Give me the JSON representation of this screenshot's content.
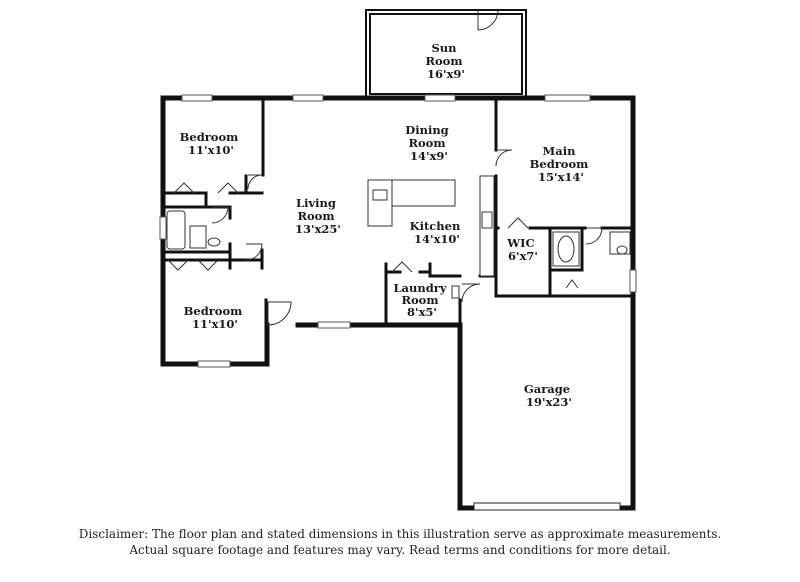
{
  "rooms": {
    "sun_room": {
      "name_1": "Sun",
      "name_2": "Room",
      "dims": "16'x9'"
    },
    "dining_room": {
      "name_1": "Dining",
      "name_2": "Room",
      "dims": "14'x9'"
    },
    "main_bedroom": {
      "name_1": "Main",
      "name_2": "Bedroom",
      "dims": "15'x14'"
    },
    "bedroom_top": {
      "name_1": "Bedroom",
      "dims": "11'x10'"
    },
    "living_room": {
      "name_1": "Living",
      "name_2": "Room",
      "dims": "13'x25'"
    },
    "kitchen": {
      "name_1": "Kitchen",
      "dims": "14'x10'"
    },
    "wic": {
      "name_1": "WIC",
      "dims": "6'x7'"
    },
    "laundry_room": {
      "name_1": "Laundry",
      "name_2": "Room",
      "dims": "8'x5'"
    },
    "bedroom_bottom": {
      "name_1": "Bedroom",
      "dims": "11'x10'"
    },
    "garage": {
      "name_1": "Garage",
      "dims": "19'x23'"
    }
  },
  "disclaimer": {
    "line_1": "Disclaimer: The floor plan and stated dimensions in this illustration serve as approximate measurements.",
    "line_2": "Actual square footage and features may vary. Read terms and conditions for more detail."
  }
}
